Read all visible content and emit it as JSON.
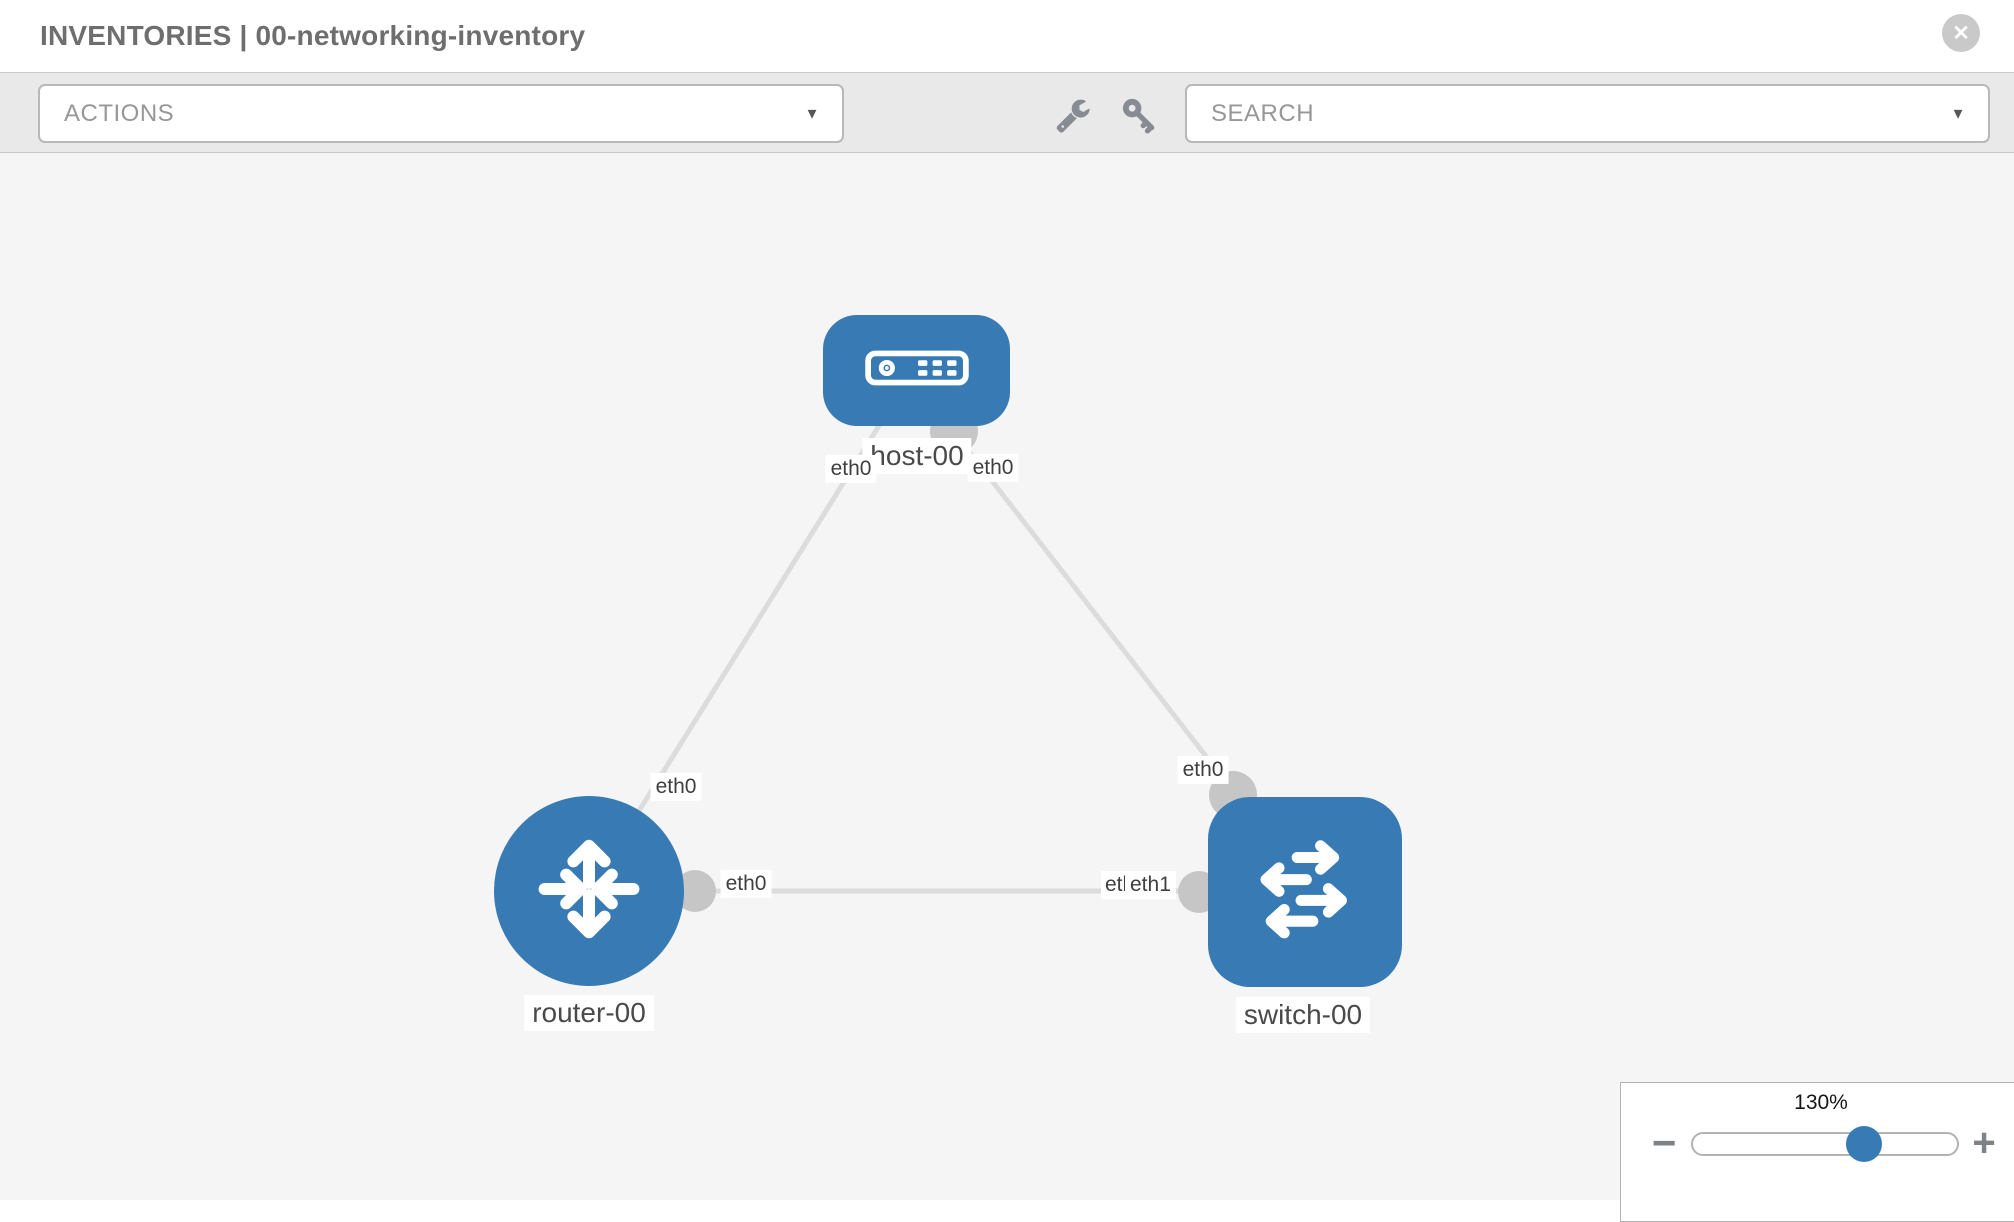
{
  "header": {
    "title": "INVENTORIES | 00-networking-inventory"
  },
  "toolbar": {
    "actions_label": "ACTIONS",
    "search_placeholder": "SEARCH"
  },
  "icons": {
    "close": "✕",
    "caret_down": "▼",
    "wrench": "wrench-icon",
    "key": "key-icon",
    "minus": "−",
    "plus": "+"
  },
  "topology": {
    "nodes": [
      {
        "label": "host-00",
        "type": "host"
      },
      {
        "label": "router-00",
        "type": "router"
      },
      {
        "label": "switch-00",
        "type": "switch"
      }
    ],
    "links": [
      {
        "from": "router-00",
        "to": "host-00",
        "from_label": "eth0",
        "to_label": "eth0"
      },
      {
        "from": "host-00",
        "to": "switch-00",
        "from_label": "eth0",
        "to_label": "eth0"
      },
      {
        "from": "router-00",
        "to": "switch-00",
        "from_label": "eth0",
        "to_label": "eth1",
        "overlapped_label": "eth1"
      }
    ]
  },
  "zoom_control": {
    "value": "130%"
  },
  "colors": {
    "node_blue": "#377ab4",
    "link_gray": "#dcdcdc",
    "interface_gray": "#c6c6c6",
    "canvas_bg": "#f5f5f5",
    "toolbar_bg": "#e9e9e9"
  }
}
